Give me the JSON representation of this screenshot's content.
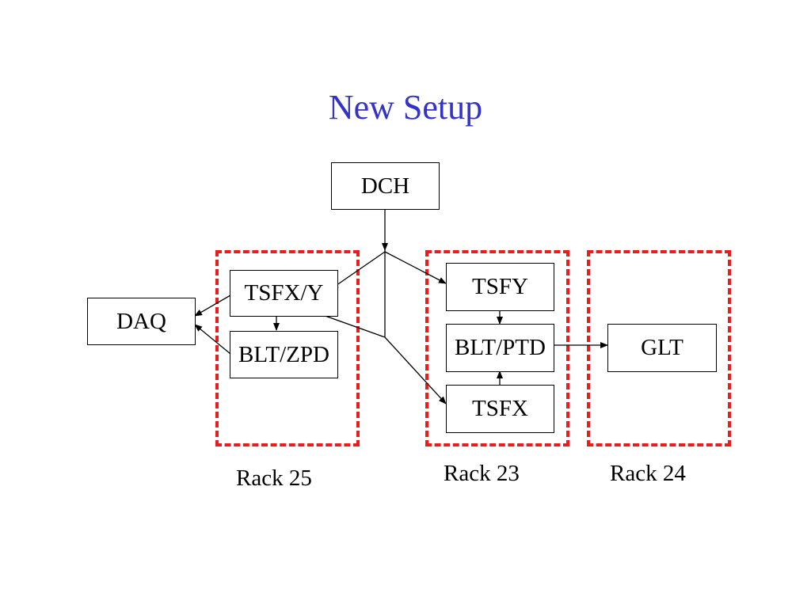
{
  "title": "New Setup",
  "boxes": {
    "dch": "DCH",
    "daq": "DAQ",
    "tsfxy": "TSFX/Y",
    "bltzpd": "BLT/ZPD",
    "tsfy": "TSFY",
    "bltptd": "BLT/PTD",
    "tsfx": "TSFX",
    "glt": "GLT"
  },
  "racks": {
    "rack25": "Rack 25",
    "rack23": "Rack 23",
    "rack24": "Rack 24"
  },
  "colors": {
    "title": "#3333cc",
    "rack_border": "#e81e1e",
    "line": "#000000"
  }
}
